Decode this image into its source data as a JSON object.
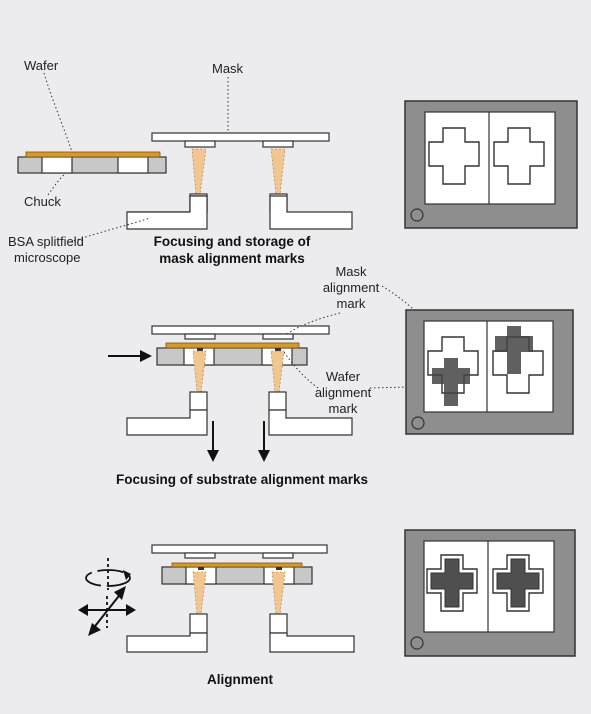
{
  "labels": {
    "wafer": "Wafer",
    "mask": "Mask",
    "chuck": "Chuck",
    "bsa_line1": "BSA splitfield",
    "bsa_line2": "microscope",
    "mask_mark_line1": "Mask",
    "mask_mark_line2": "alignment",
    "mask_mark_line3": "mark",
    "wafer_mark_line1": "Wafer",
    "wafer_mark_line2": "alignment",
    "wafer_mark_line3": "mark"
  },
  "captions": {
    "step1_line1": "Focusing and storage of",
    "step1_line2": "mask alignment marks",
    "step2": "Focusing of substrate alignment marks",
    "step3": "Alignment"
  },
  "colors": {
    "background": "#ececee",
    "wafer": "#d49a2e",
    "beam": "#f1c690",
    "chuck": "#c8c8c8",
    "screen_frame": "#8e8e8e",
    "dark_mark": "#4f4f4f"
  },
  "icons": {
    "rotate": "rotate-arrow-icon",
    "move": "move-arrows-icon"
  }
}
